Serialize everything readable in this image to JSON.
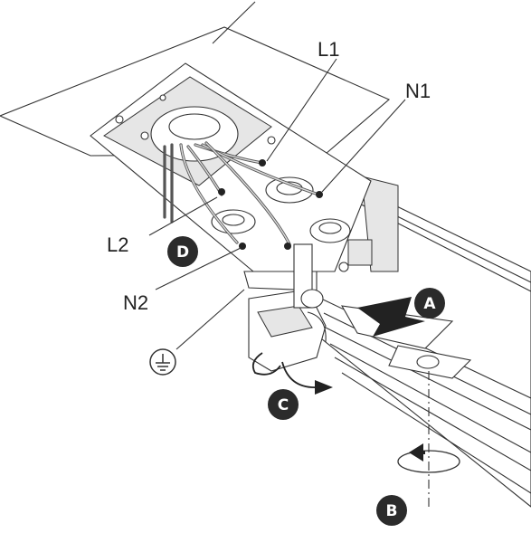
{
  "labels": {
    "l1": "L1",
    "n1": "N1",
    "l2": "L2",
    "n2": "N2"
  },
  "badges": {
    "a": "A",
    "b": "B",
    "c": "C",
    "d": "D"
  },
  "colors": {
    "badge_fill": "#2b2b2b",
    "badge_text": "#ffffff",
    "line": "#333333"
  },
  "icons": [
    "ground-icon",
    "rotate-icon",
    "arrow-curve-icon"
  ]
}
